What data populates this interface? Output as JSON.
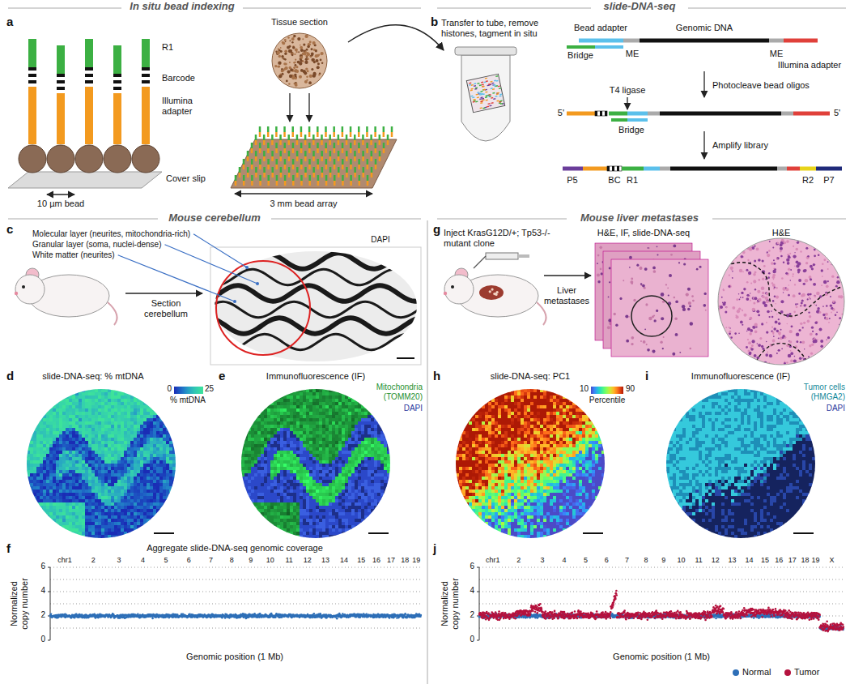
{
  "diagram": {
    "labels": [
      "In situ bead indexing",
      "slide-DNA-seq",
      "a",
      "R1",
      "Barcode",
      "Illumina adapter",
      "10 µm bead",
      "Cover slip",
      "Tissue section",
      "3 mm bead array",
      "b",
      "Transfer to tube, remove histones, tagment in situ",
      "Bead adapter",
      "Genomic DNA",
      "Bridge",
      "ME",
      "ME",
      "Illumina adapter",
      "Photocleave bead oligos",
      "5'",
      "T4 ligase",
      "Bridge",
      "5'",
      "Amplify library",
      "P5",
      "BC",
      "R1",
      "R2",
      "P7",
      "Mouse cerebellum",
      "Mouse liver metastases",
      "c",
      "Molecular layer (neurites, mitochondria-rich)",
      "Granular layer (soma, nuclei-dense)",
      "White matter (neurites)",
      "DAPI",
      "Section cerebellum",
      "d",
      "slide-DNA-seq: % mtDNA",
      "0",
      "25",
      "% mtDNA",
      "e",
      "Immunofluorescence (IF)",
      "Mitochondria (TOMM20)",
      "DAPI",
      "f",
      "Aggregate slide-DNA-seq genomic coverage",
      "chr1",
      "2",
      "3",
      "4",
      "5",
      "6",
      "7",
      "8",
      "9",
      "10",
      "11",
      "12",
      "13",
      "14",
      "15",
      "16",
      "17",
      "18",
      "19",
      "6",
      "4",
      "2",
      "0",
      "Normalized copy number",
      "Genomic position (1 Mb)",
      "g",
      "Inject KrasG12D/+; Tp53-/- mutant clone",
      "Liver metastases",
      "H&E, IF, slide-DNA-seq",
      "H&E",
      "h",
      "slide-DNA-seq: PC1",
      "10",
      "Percentile",
      "90",
      "i",
      "Immunofluorescence (IF)",
      "Tumor cells (HMGA2)",
      "DAPI",
      "j",
      "chr1",
      "2",
      "3",
      "4",
      "5",
      "6",
      "7",
      "8",
      "9",
      "10",
      "11",
      "12",
      "13",
      "14",
      "15",
      "16",
      "17",
      "18",
      "19",
      "X",
      "6",
      "4",
      "2",
      "0",
      "Normalized copy number",
      "Genomic position (1 Mb)"
    ],
    "legend": [
      {
        "text": "Normal",
        "color": "#2e6fb7"
      },
      {
        "text": "Tumor",
        "color": "#b5123e"
      }
    ]
  }
}
